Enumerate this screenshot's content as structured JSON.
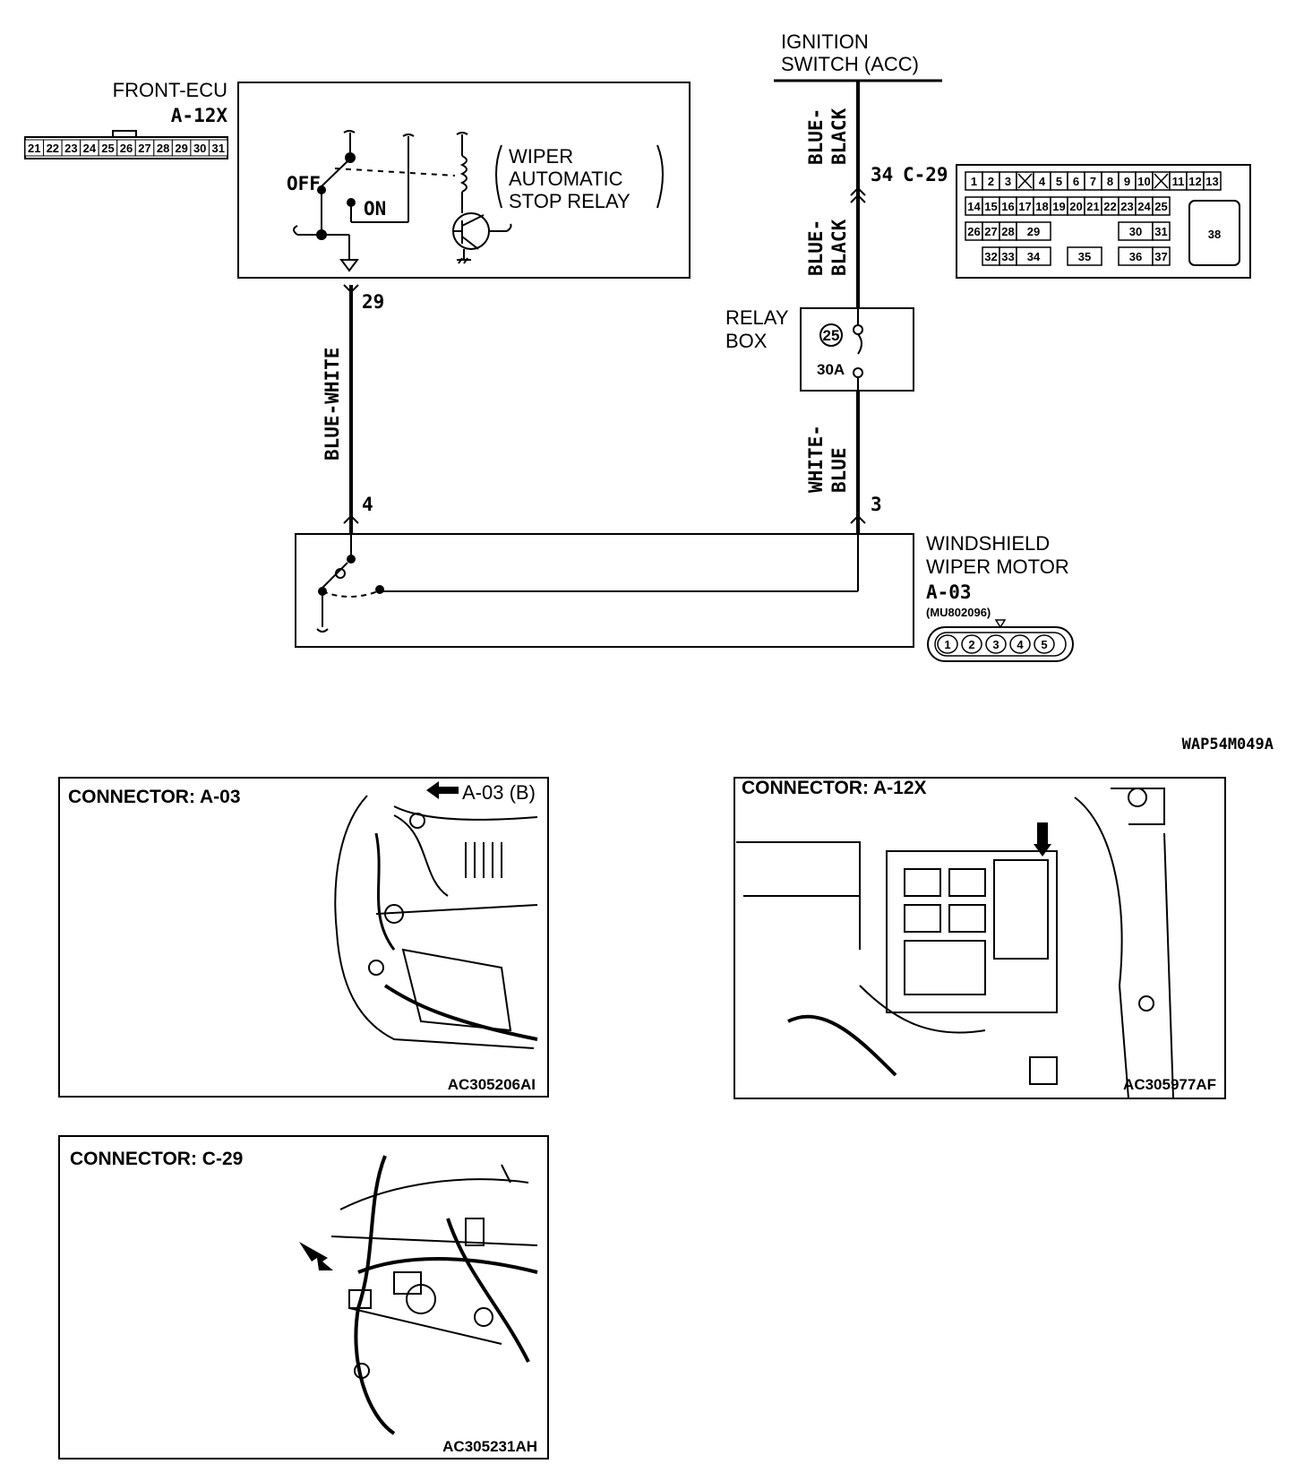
{
  "diagram_id": "WAP54M049A",
  "front_ecu": {
    "name": "FRONT-ECU",
    "connector": "A-12X",
    "pins": [
      "21",
      "22",
      "23",
      "24",
      "25",
      "26",
      "27",
      "28",
      "29",
      "30",
      "31"
    ],
    "relay_label": [
      "WIPER",
      "AUTOMATIC",
      "STOP RELAY"
    ],
    "switch_off": "OFF",
    "switch_on": "ON",
    "terminal": "29"
  },
  "ignition": {
    "label_line1": "IGNITION",
    "label_line2": "SWITCH (ACC)"
  },
  "wires": {
    "left_color": "BLUE-WHITE",
    "right_top_color_1": "BLUE-",
    "right_top_color_2": "BLACK",
    "right_mid_color_1": "BLUE-",
    "right_mid_color_2": "BLACK",
    "right_bottom_color_1": "WHITE-",
    "right_bottom_color_2": "BLUE"
  },
  "c29": {
    "terminal": "34",
    "connector": "C-29",
    "row1": [
      "1",
      "2",
      "3",
      "",
      "4",
      "5",
      "6",
      "7",
      "8",
      "9",
      "10",
      "",
      "11",
      "12",
      "13"
    ],
    "row2": [
      "14",
      "15",
      "16",
      "17",
      "18",
      "19",
      "20",
      "21",
      "22",
      "23",
      "24",
      "25"
    ],
    "row3": [
      "26",
      "27",
      "28",
      "29",
      "30",
      "31"
    ],
    "row4": [
      "32",
      "33",
      "34",
      "35",
      "36",
      "37"
    ],
    "pin38": "38"
  },
  "relay_box": {
    "label_line1": "RELAY",
    "label_line2": "BOX",
    "fuse_no": "25",
    "fuse_rating": "30A"
  },
  "wiper_motor": {
    "label_line1": "WINDSHIELD",
    "label_line2": "WIPER MOTOR",
    "connector": "A-03",
    "part_no": "(MU802096)",
    "pins": [
      "1",
      "2",
      "3",
      "4",
      "5"
    ],
    "terminal_left": "4",
    "terminal_right": "3"
  },
  "panels": [
    {
      "title": "CONNECTOR: A-03",
      "callout": "A-03 (B)",
      "code": "AC305206AI"
    },
    {
      "title": "CONNECTOR: A-12X",
      "code": "AC305977AF"
    },
    {
      "title": "CONNECTOR: C-29",
      "code": "AC305231AH"
    }
  ]
}
